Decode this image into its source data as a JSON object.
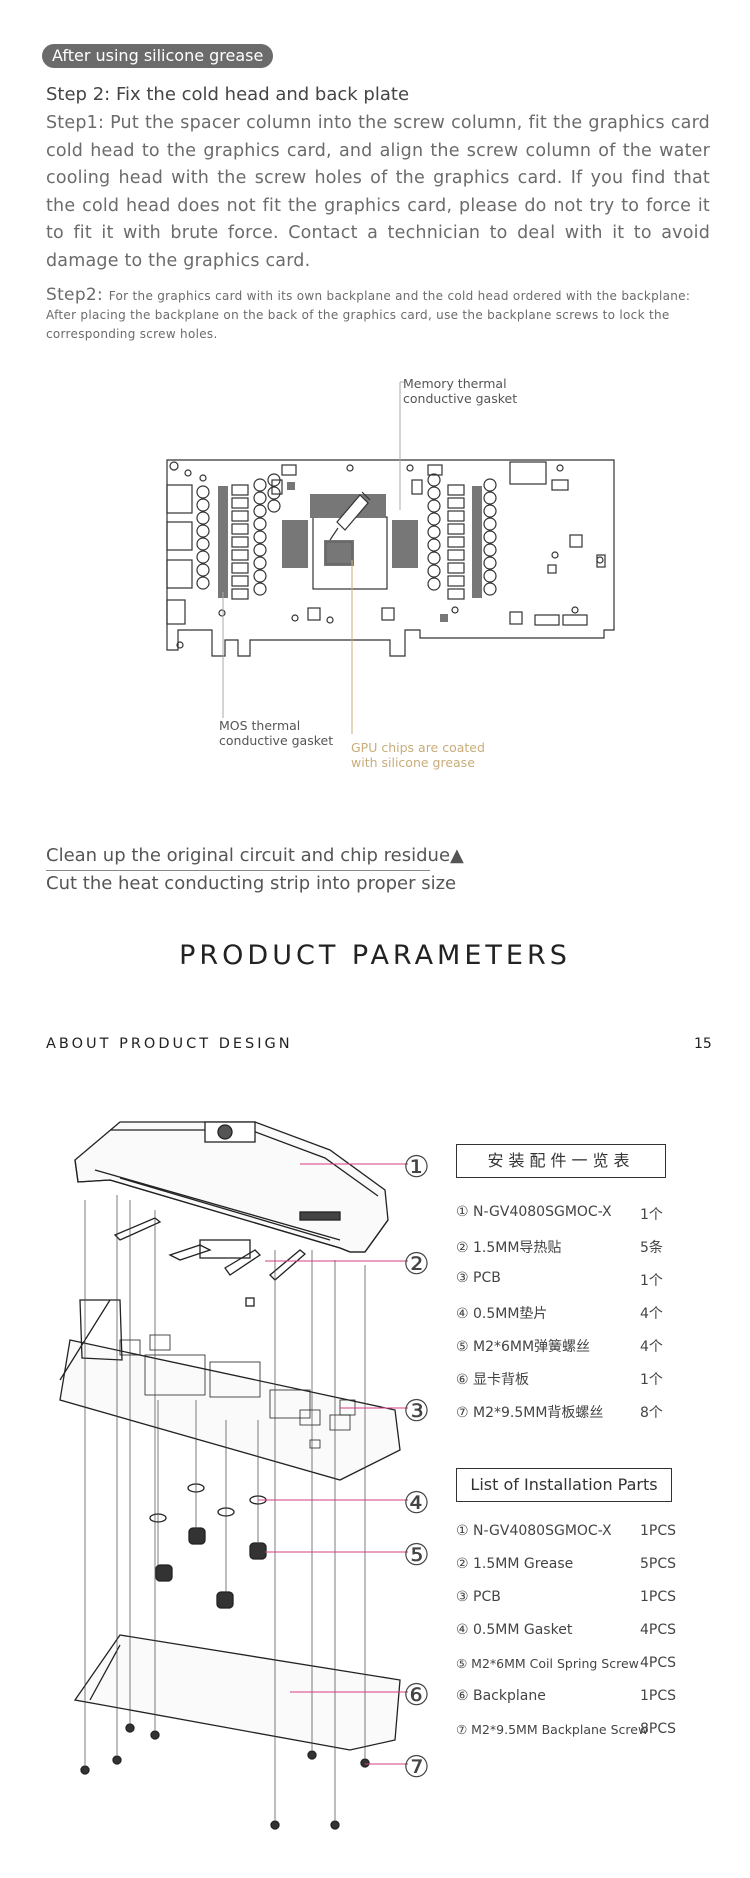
{
  "pill": "After using silicone grease",
  "step_heading": "Step 2: Fix the cold head and back plate",
  "step1_text": "Step1: Put the spacer column into the screw column, fit the graphics card cold head to the graphics card, and align the screw column of the water cooling head with the screw holes of the graphics card. If you find that the cold head does not fit the graphics card, please do not try to force it to fit it with brute force. Contact a technician to deal with it to avoid damage to the graphics card.",
  "step2_lead": "Step2: ",
  "step2_text": "For the graphics card with its own backplane and the cold head ordered with the backplane: After placing the backplane on the back of the graphics card, use the backplane screws to lock the corresponding screw holes.",
  "diagram_labels": {
    "memory_l1": "Memory thermal",
    "memory_l2": "conductive gasket",
    "mos_l1": "MOS thermal",
    "mos_l2": "conductive gasket",
    "gpu_l1": "GPU chips are coated",
    "gpu_l2": "with silicone grease"
  },
  "clean_line1": "Clean up the original circuit and chip residue▲",
  "clean_line2": "Cut the heat conducting strip into proper size",
  "section_title": "PRODUCT PARAMETERS",
  "about_heading": "ABOUT PRODUCT DESIGN",
  "page_number": "15",
  "callouts": [
    "①",
    "②",
    "③",
    "④",
    "⑤",
    "⑥",
    "⑦"
  ],
  "cn_box_title": "安装配件一览表",
  "cn_parts": [
    {
      "name": "① N-GV4080SGMOC-X",
      "qty": "1个"
    },
    {
      "name": "② 1.5MM导热贴",
      "qty": "5条"
    },
    {
      "name": "③ PCB",
      "qty": "1个"
    },
    {
      "name": "④ 0.5MM垫片",
      "qty": "4个"
    },
    {
      "name": "⑤ M2*6MM弹簧螺丝",
      "qty": "4个"
    },
    {
      "name": "⑥ 显卡背板",
      "qty": "1个"
    },
    {
      "name": "⑦ M2*9.5MM背板螺丝",
      "qty": "8个"
    }
  ],
  "en_box_title": "List of Installation Parts",
  "en_parts": [
    {
      "name": "① N-GV4080SGMOC-X",
      "qty": "1PCS"
    },
    {
      "name": "② 1.5MM Grease",
      "qty": "5PCS"
    },
    {
      "name": "③ PCB",
      "qty": "1PCS"
    },
    {
      "name": "④ 0.5MM Gasket",
      "qty": "4PCS"
    },
    {
      "name": "⑤ M2*6MM Coil Spring Screw",
      "qty": "4PCS"
    },
    {
      "name": "⑥ Backplane",
      "qty": "1PCS"
    },
    {
      "name": "⑦ M2*9.5MM Backplane Screw",
      "qty": "8PCS"
    }
  ]
}
